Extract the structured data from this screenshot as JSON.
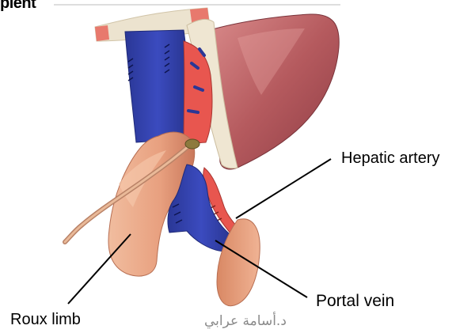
{
  "figure": {
    "title_fragment": "pient",
    "labels": {
      "hepatic_artery": "Hepatic artery",
      "portal_vein": "Portal vein",
      "roux_limb": "Roux limb"
    },
    "watermark": "د.أسامة عرابي",
    "colors": {
      "liver": "#b55a5e",
      "vein": "#2f3fa8",
      "artery": "#e8564f",
      "roux_limb": "#e8a07f",
      "duct": "#d9a588",
      "diaphragm": "#ece3cf"
    }
  }
}
